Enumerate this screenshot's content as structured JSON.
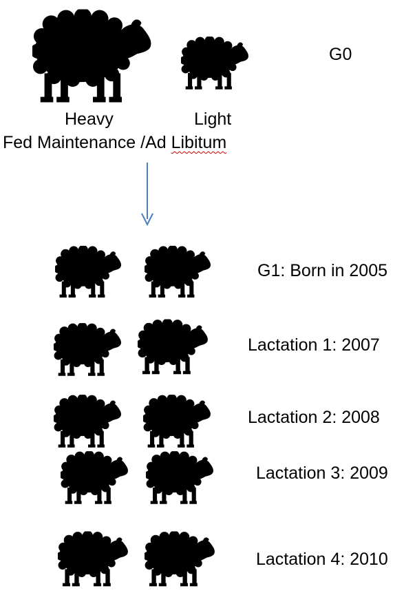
{
  "generation0": {
    "label": "G0",
    "heavy_label": "Heavy",
    "light_label": "Light",
    "treatment_prefix": "Fed Maintenance /Ad ",
    "treatment_suffix": "Libitum"
  },
  "generation1": {
    "label": "G1: Born in 2005"
  },
  "lactations": [
    {
      "label": "Lactation 1: 2007"
    },
    {
      "label": "Lactation 2: 2008"
    },
    {
      "label": "Lactation 3: 2009"
    },
    {
      "label": "Lactation 4: 2010"
    }
  ],
  "colors": {
    "sheep": "#000000",
    "arrow": "#4a7ebb",
    "spellcheck_underline": "#d40000"
  },
  "icons": {
    "sheep": "sheep-silhouette-icon",
    "arrow": "down-arrow-icon"
  }
}
